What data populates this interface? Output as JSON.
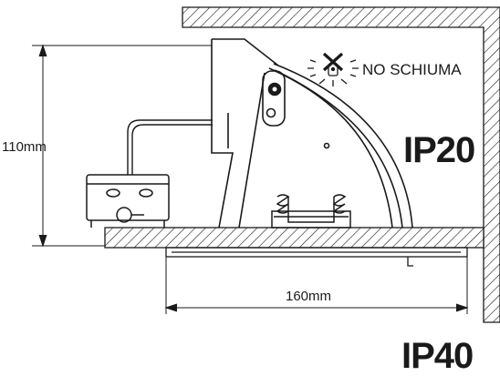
{
  "labels": {
    "height_dimension": "110mm",
    "width_dimension": "160mm",
    "no_foam_warning": "NO SCHIUMA",
    "ip_upper": "IP20",
    "ip_lower": "IP40"
  },
  "icons": {
    "no_foam": "no-foam-spray-icon"
  },
  "colors": {
    "line": "#1a1a1a",
    "background": "#ffffff"
  }
}
